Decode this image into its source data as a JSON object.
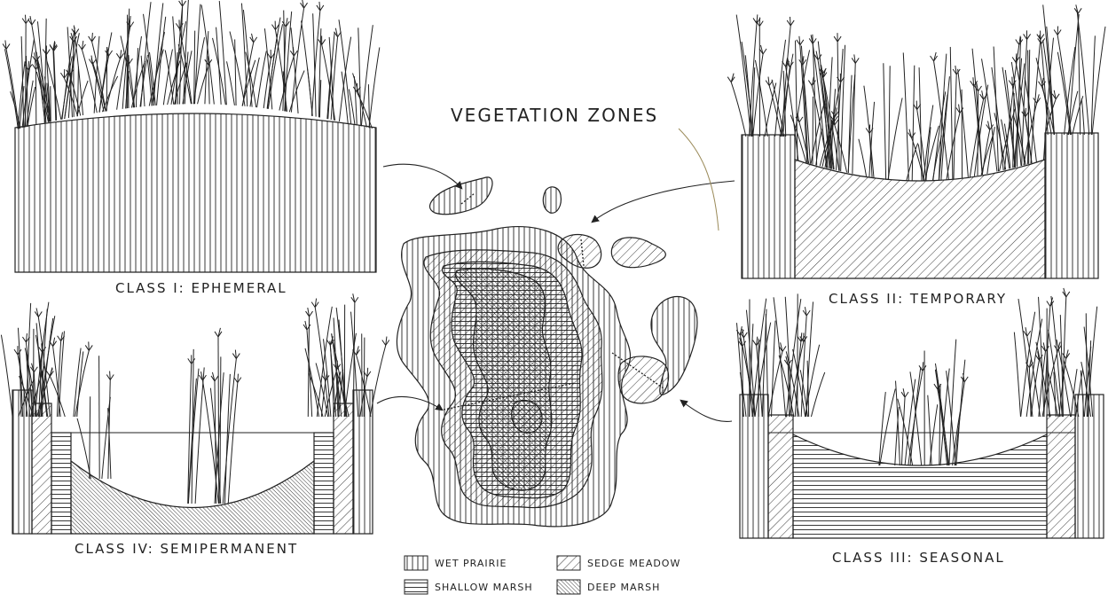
{
  "title": "VEGETATION ZONES",
  "panels": {
    "class1": "CLASS I:  EPHEMERAL",
    "class2": "CLASS II:  TEMPORARY",
    "class3": "CLASS III:  SEASONAL",
    "class4": "CLASS IV:  SEMIPERMANENT"
  },
  "legend": {
    "wet_prairie": "WET PRAIRIE",
    "sedge_meadow": "SEDGE MEADOW",
    "shallow_marsh": "SHALLOW MARSH",
    "deep_marsh": "DEEP MARSH"
  },
  "colors": {
    "ink": "#222222",
    "paper": "#ffffff"
  }
}
